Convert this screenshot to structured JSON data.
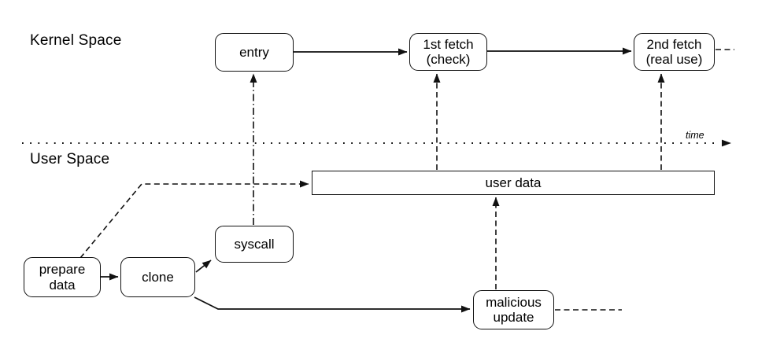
{
  "diagram": {
    "regions": {
      "kernel": "Kernel Space",
      "user": "User Space"
    },
    "time_axis": {
      "label": "time"
    },
    "nodes": {
      "entry": {
        "label": "entry"
      },
      "first_fetch": {
        "line1": "1st fetch",
        "line2": "(check)"
      },
      "second_fetch": {
        "line1": "2nd fetch",
        "line2": "(real use)"
      },
      "syscall": {
        "label": "syscall"
      },
      "prepare_data": {
        "line1": "prepare",
        "line2": "data"
      },
      "clone": {
        "label": "clone"
      },
      "malicious_update": {
        "line1": "malicious",
        "line2": "update"
      },
      "user_data": {
        "label": "user data"
      }
    },
    "edges": [
      {
        "from": "entry",
        "to": "first_fetch",
        "style": "solid"
      },
      {
        "from": "first_fetch",
        "to": "second_fetch",
        "style": "solid"
      },
      {
        "from": "prepare_data",
        "to": "clone",
        "style": "solid"
      },
      {
        "from": "clone",
        "to": "syscall",
        "style": "solid"
      },
      {
        "from": "clone",
        "to": "malicious_update",
        "style": "solid"
      },
      {
        "from": "prepare_data",
        "to": "user_data",
        "style": "dashed"
      },
      {
        "from": "user_data",
        "to": "first_fetch",
        "style": "dashed"
      },
      {
        "from": "user_data",
        "to": "second_fetch",
        "style": "dashed"
      },
      {
        "from": "malicious_update",
        "to": "user_data",
        "style": "dashed"
      },
      {
        "from": "syscall",
        "to": "entry",
        "style": "dash-dot"
      },
      {
        "from": "second_fetch",
        "to": "offscreen-right",
        "style": "dashed"
      },
      {
        "from": "malicious_update",
        "to": "offscreen-right",
        "style": "dashed"
      }
    ],
    "colors": {
      "stroke": "#111111",
      "background": "#ffffff",
      "text": "#000000"
    }
  }
}
